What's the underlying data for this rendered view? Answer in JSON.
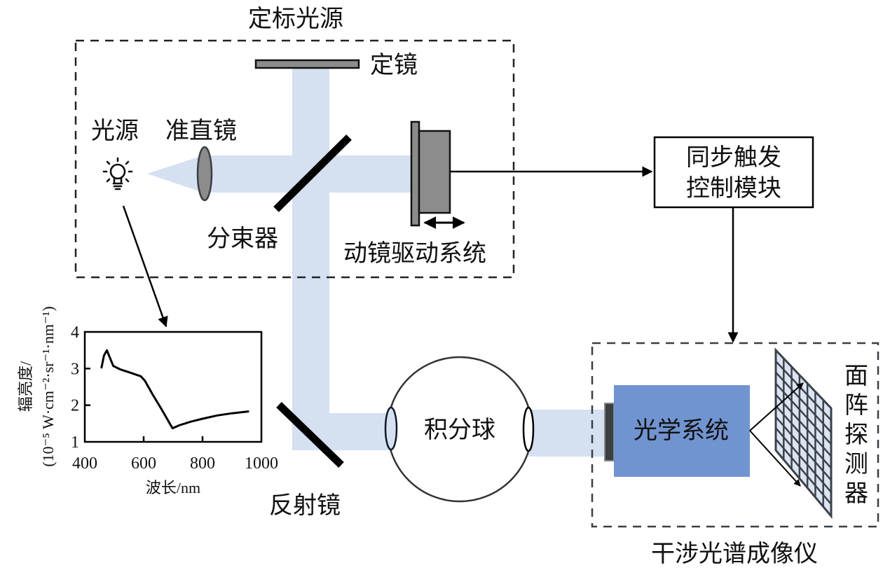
{
  "diagram": {
    "calibration_source_title": "定标光源",
    "fixed_mirror_label": "定镜",
    "light_source_label": "光源",
    "collimator_label": "准直镜",
    "beam_splitter_label": "分束器",
    "moving_mirror_drive_label": "动镜驱动系统",
    "sync_trigger_module_line1": "同步触发",
    "sync_trigger_module_line2": "控制模块",
    "reflector_label": "反射镜",
    "integrating_sphere_label": "积分球",
    "optical_system_label": "光学系统",
    "detector_label_chars": [
      "面",
      "阵",
      "探",
      "测",
      "器"
    ],
    "imager_title": "干涉光谱成像仪",
    "icons": {
      "light_source": "lightbulb-icon",
      "moving_direction": "double-arrow-icon"
    },
    "colors": {
      "beam": "#d5e0f1",
      "optical_system": "#7094d0",
      "mirror_gray": "#8c8c8c",
      "detector_fill": "#dbe4f3",
      "detector_grid": "#3c4248",
      "dashed": "#333333"
    }
  },
  "chart_data": {
    "type": "line",
    "title": "",
    "xlabel": "波长/nm",
    "ylabel_line1": "辐亮度/",
    "ylabel_line2": "(10⁻⁵ W·cm⁻²·sr⁻¹·nm⁻¹)",
    "xlim": [
      400,
      1000
    ],
    "ylim": [
      1,
      4
    ],
    "xticks": [
      "400",
      "600",
      "800",
      "1000"
    ],
    "xtick_values": [
      400,
      600,
      800,
      1000
    ],
    "yticks": [
      "1",
      "2",
      "3",
      "4"
    ],
    "ytick_values": [
      1,
      2,
      3,
      4
    ],
    "grid": false,
    "series": [
      {
        "name": "radiance",
        "x": [
          457,
          465,
          475,
          485,
          497,
          520,
          550,
          590,
          604,
          630,
          660,
          698,
          720,
          760,
          800,
          850,
          900,
          955
        ],
        "y": [
          3.03,
          3.35,
          3.5,
          3.3,
          3.07,
          2.98,
          2.9,
          2.79,
          2.67,
          2.3,
          1.9,
          1.37,
          1.45,
          1.55,
          1.63,
          1.72,
          1.78,
          1.83
        ]
      }
    ]
  }
}
